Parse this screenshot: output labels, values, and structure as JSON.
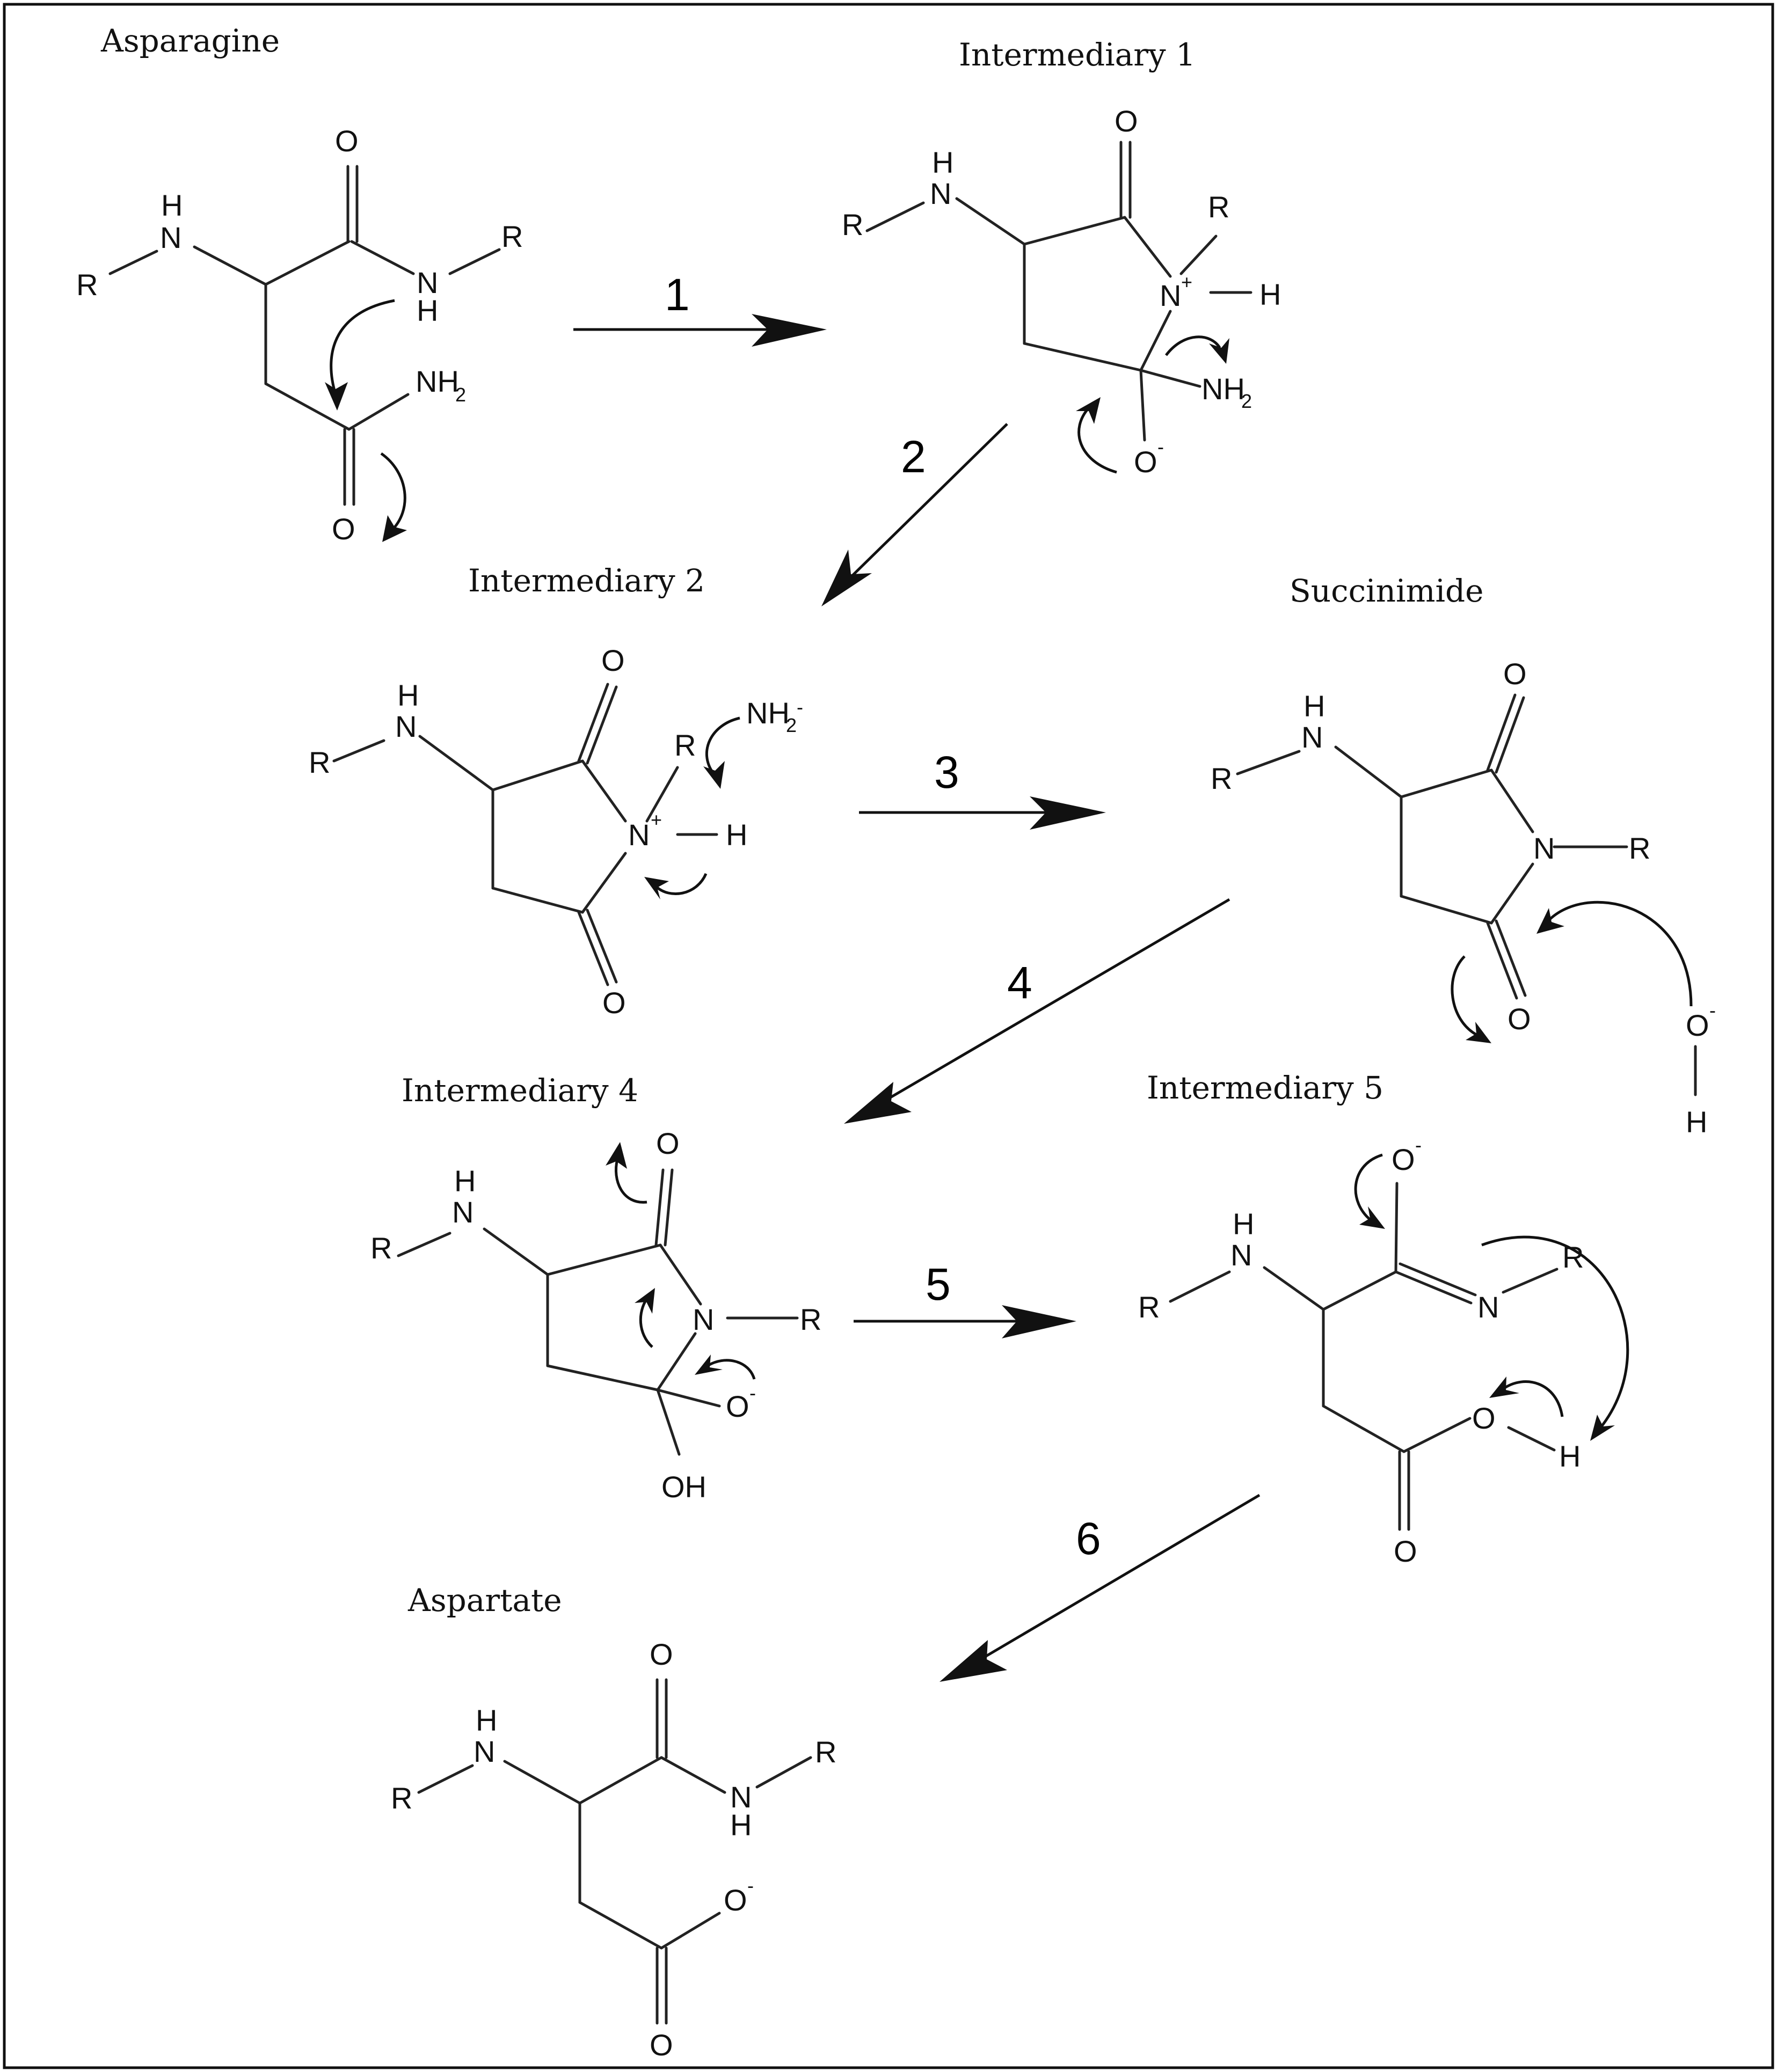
{
  "compounds": {
    "asparagine": "Asparagine",
    "intermediary1": "Intermediary 1",
    "intermediary2": "Intermediary 2",
    "succinimide": "Succinimide",
    "intermediary4": "Intermediary 4",
    "intermediary5": "Intermediary 5",
    "aspartate": "Aspartate"
  },
  "steps": [
    "1",
    "2",
    "3",
    "4",
    "5",
    "6"
  ],
  "atoms": {
    "R": "R",
    "H": "H",
    "N": "N",
    "O": "O",
    "HN_H": "H",
    "HN_N": "N",
    "NH": "NH",
    "NH2": "NH",
    "sub2": "2",
    "OH": "OH",
    "plus": "+",
    "minus": "-"
  }
}
